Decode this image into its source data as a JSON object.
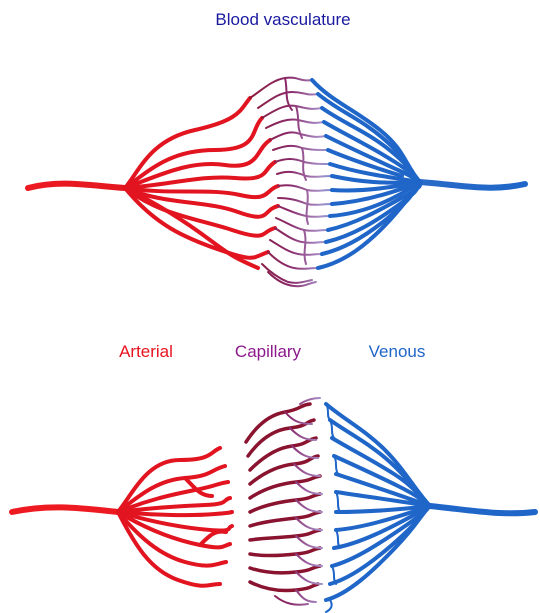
{
  "title": "Blood vasculature",
  "labels": {
    "arterial": "Arterial",
    "capillary": "Capillary",
    "venous": "Venous"
  },
  "colors": {
    "title": "#1a1aa0",
    "arterial": "#e8121f",
    "capillary": "#8c1a8c",
    "venous": "#1f66c8",
    "capillary_dark": "#7a1030",
    "capillary_light": "#9a7ab8"
  }
}
